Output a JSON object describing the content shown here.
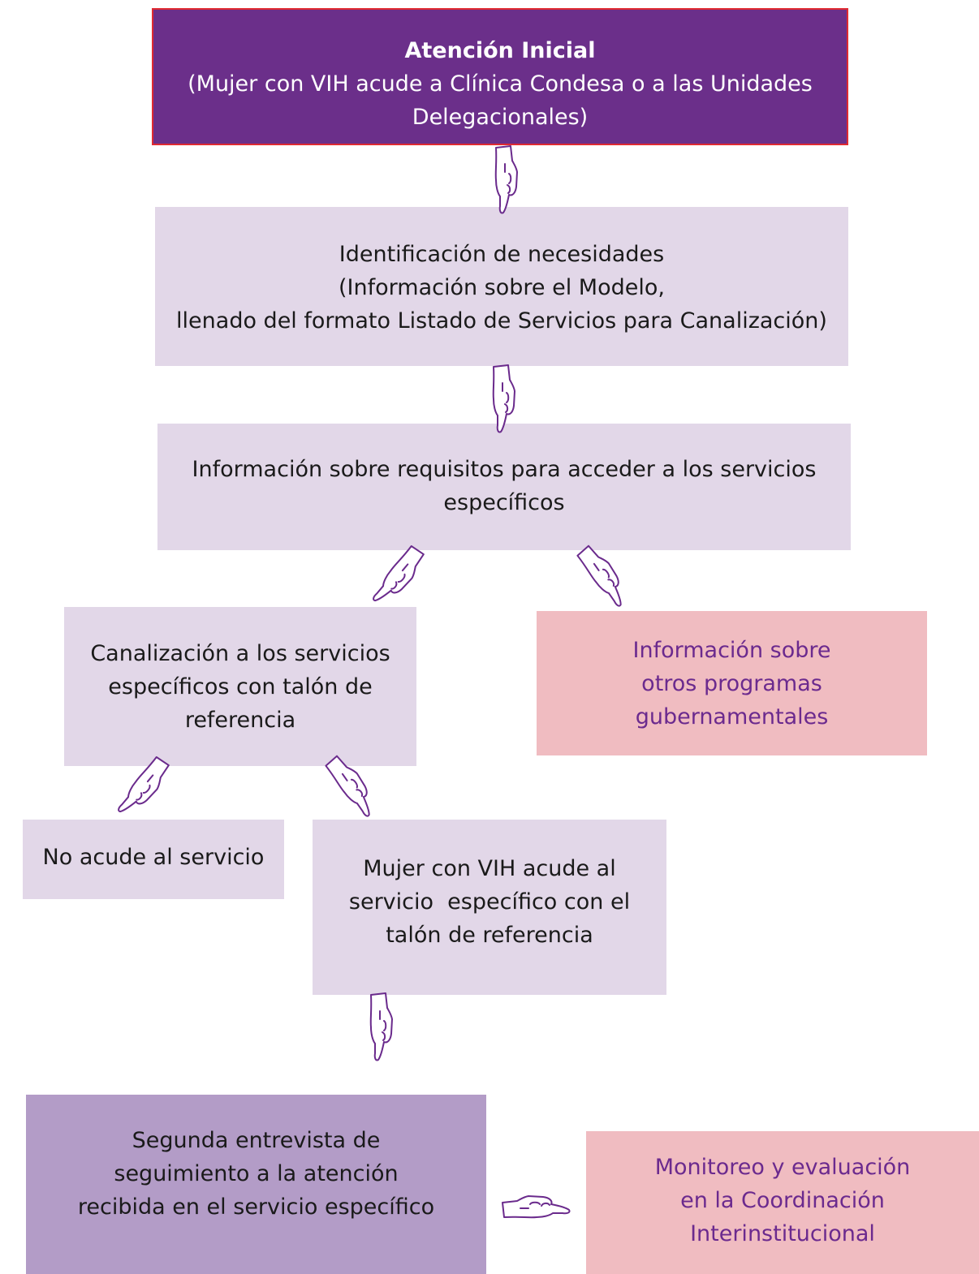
{
  "nodes": {
    "initial": {
      "title": "Atención Inicial",
      "line1": "(Mujer con VIH acude a Clínica Condesa o a las Unidades",
      "line2": "Delegacionales)"
    },
    "identificacion": {
      "line1": "Identificación de necesidades",
      "line2": "(Información sobre el Modelo,",
      "line3": "llenado del formato Listado de Servicios para Canalización)"
    },
    "requisitos": {
      "line1": "Información sobre requisitos para acceder a los servicios",
      "line2": "específicos"
    },
    "canalizacion": {
      "line1": "Canalización a los servicios",
      "line2": "específicos con talón de",
      "line3": "referencia"
    },
    "otros_programas": {
      "line1": "Información sobre",
      "line2": "otros programas",
      "line3": "gubernamentales"
    },
    "no_acude": {
      "line1": "No acude al servicio"
    },
    "acude": {
      "line1": "Mujer con VIH acude al",
      "line2": "servicio  específico con el",
      "line3": "talón de referencia"
    },
    "segunda_entrevista": {
      "line1": "Segunda entrevista de",
      "line2": "seguimiento a la atención",
      "line3": "recibida en el servicio específico"
    },
    "monitoreo": {
      "line1": "Monitoreo y evaluación",
      "line2": "en la Coordinación",
      "line3": "Interinstitucional"
    }
  },
  "colors": {
    "initial_fill": "#6b2f8a",
    "initial_border": "#e02a32",
    "lavender_fill": "#e2d7e8",
    "pink_fill": "#f0bcc1",
    "pink_text": "#6b2a8e",
    "dark_lavender_fill": "#b39cc7",
    "hand_outline": "#6a2a8c"
  },
  "connectors": [
    {
      "from": "initial",
      "to": "identificacion",
      "icon": "pointing-hand-icon"
    },
    {
      "from": "identificacion",
      "to": "requisitos",
      "icon": "pointing-hand-icon"
    },
    {
      "from": "requisitos",
      "to": "canalizacion",
      "icon": "pointing-hand-icon"
    },
    {
      "from": "requisitos",
      "to": "otros_programas",
      "icon": "pointing-hand-icon"
    },
    {
      "from": "canalizacion",
      "to": "no_acude",
      "icon": "pointing-hand-icon"
    },
    {
      "from": "canalizacion",
      "to": "acude",
      "icon": "pointing-hand-icon"
    },
    {
      "from": "acude",
      "to": "segunda_entrevista",
      "icon": "pointing-hand-icon"
    },
    {
      "from": "segunda_entrevista",
      "to": "monitoreo",
      "icon": "pointing-hand-icon"
    }
  ]
}
